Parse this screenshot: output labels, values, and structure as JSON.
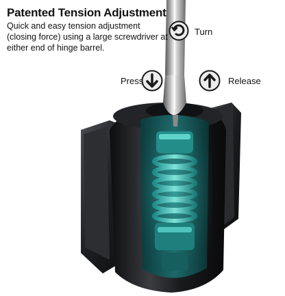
{
  "header": {
    "title": "Patented Tension Adjustment",
    "description": "Quick and easy tension adjustment (closing force) using a large screwdriver at either end of hinge barrel."
  },
  "actions": {
    "turn_label": "Turn",
    "press_label": "Press",
    "release_label": "Release"
  },
  "icons": {
    "turn": "rotate-icon",
    "press": "arrow-down-circle-icon",
    "release": "arrow-up-circle-icon"
  },
  "colors": {
    "hinge_body": "#1c1c1e",
    "spring_glow": "#2fb3b0",
    "icon_ring": "#1a1a1a"
  }
}
